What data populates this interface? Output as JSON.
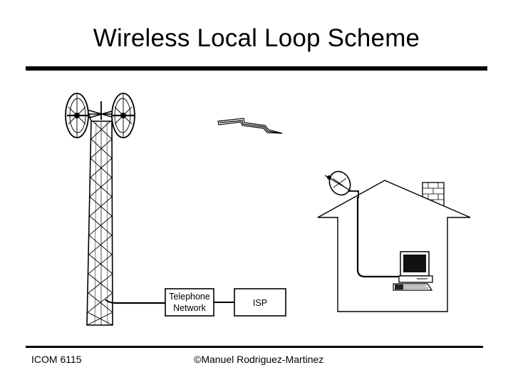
{
  "slide": {
    "title": "Wireless Local Loop Scheme",
    "footer_course": "ICOM 6115",
    "footer_author": "©Manuel Rodriguez-Martinez"
  },
  "diagram": {
    "telephone_network_line1": "Telephone",
    "telephone_network_line2": "Network",
    "isp_label": "ISP"
  }
}
